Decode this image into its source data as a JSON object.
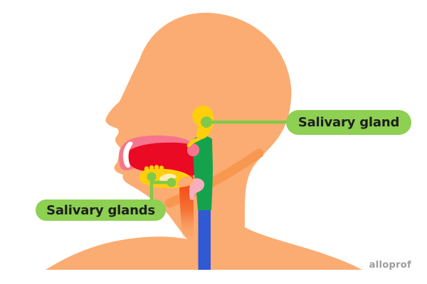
{
  "labels": {
    "parotid": {
      "text": "Salivary gland"
    },
    "sublingual": {
      "text": "Salivary glands"
    }
  },
  "watermark": {
    "text": "alloprof"
  },
  "colors": {
    "skin": "#FBAC72",
    "skin_shadow": "#F89850",
    "label_green": "#8DD052",
    "connector_green": "#82C94A",
    "gland_yellow": "#FFCF0B",
    "gland_cream": "#FFEDB8",
    "mouth_red": "#EB0A23",
    "mouth_pink": "#F4758D",
    "light_pink": "#F8AEBE",
    "pharynx_green": "#15A24D",
    "esophagus_blue": "#3059D4",
    "larynx_orange": "#F63B0C",
    "teeth_white": "#FFFFFF",
    "label_text": "#1E1E1E",
    "watermark_gray": "#9C9C9C"
  }
}
